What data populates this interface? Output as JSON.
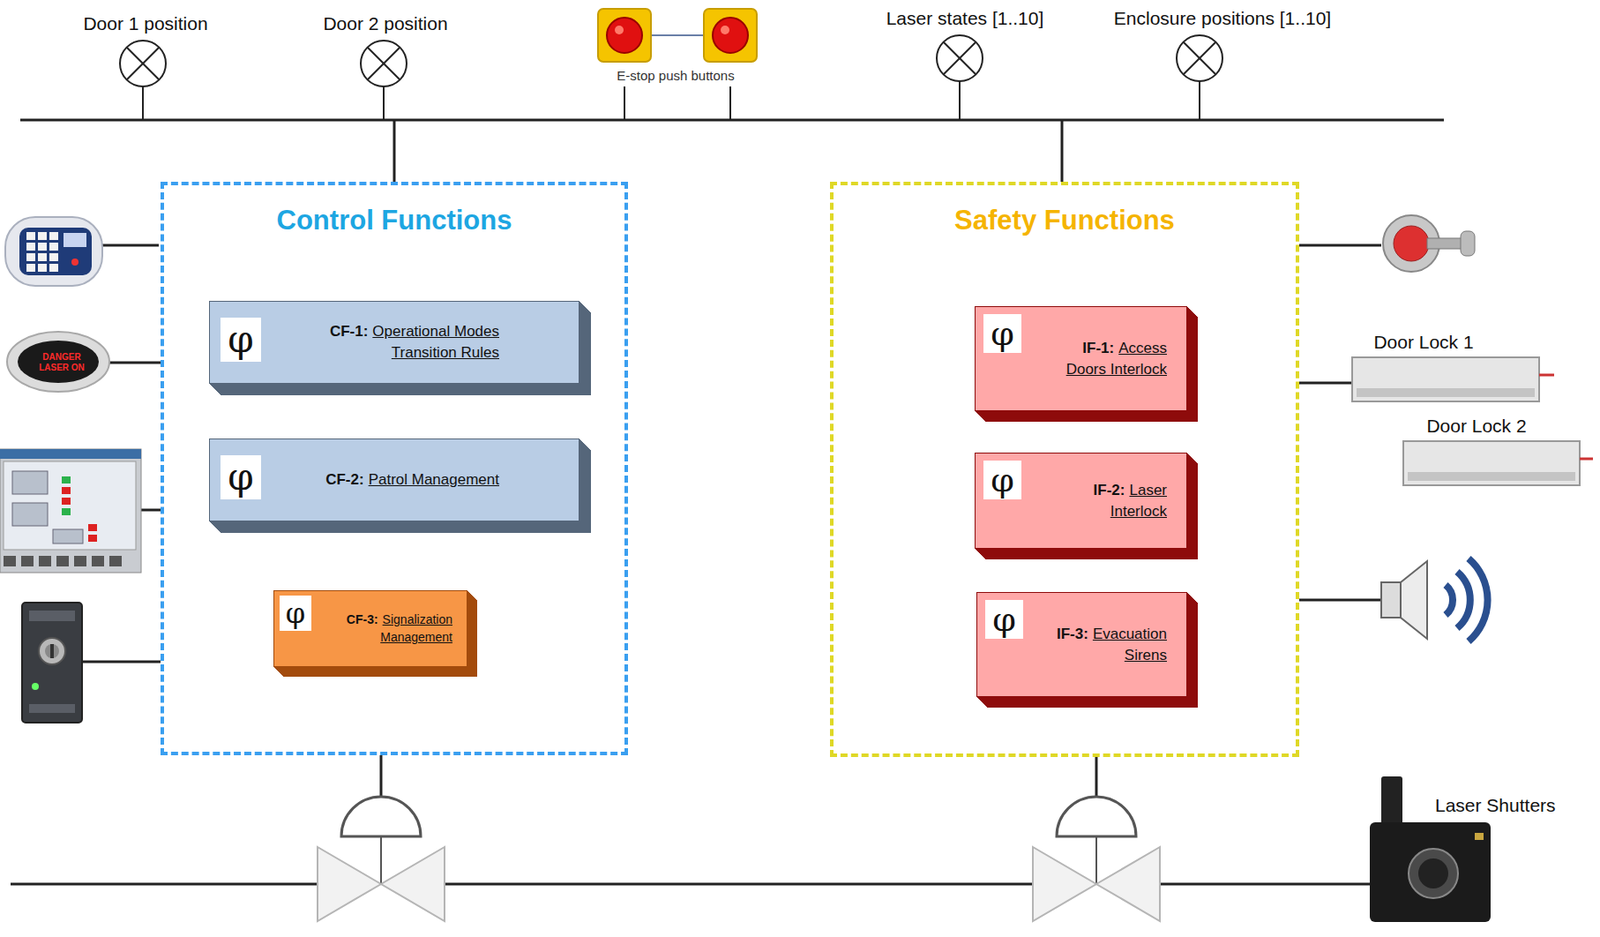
{
  "diagram": {
    "nodes": [
      {
        "text": [
          "Control Functions"
        ]
      },
      {
        "text": [
          "φ",
          "CF-1:",
          "Operational Modes Transition Rules"
        ],
        "in": 0
      },
      {
        "text": [
          "φ",
          "CF-2:",
          "Patrol Management"
        ],
        "in": 0
      },
      {
        "text": [
          "φ",
          "CF-3:",
          "Signalization Management"
        ],
        "in": 0
      },
      {
        "text": [
          "Safety Functions"
        ]
      },
      {
        "text": [
          "φ",
          "IF-1:",
          "Access Doors Interlock"
        ],
        "in": 4
      },
      {
        "text": [
          "φ",
          "IF-2:",
          "Laser Interlock"
        ],
        "in": 4
      },
      {
        "text": [
          "φ",
          "IF-3:",
          "Evacuation Sirens"
        ],
        "in": 4
      }
    ],
    "labels": [
      "Door 1 position",
      "Door 2 position",
      "E-stop push buttons",
      "Laser states [1..10]",
      "Enclosure positions [1..10]",
      "DANGER LASER ON",
      "Door Lock 1",
      "Door Lock 2",
      "Laser Shutters"
    ]
  }
}
